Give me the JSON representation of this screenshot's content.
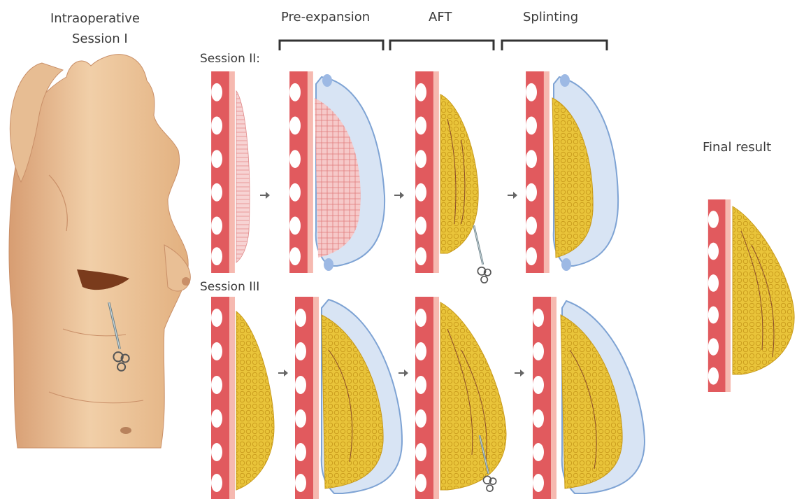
{
  "labels": {
    "intraoperative_line1": "Intraoperative",
    "intraoperative_line2": "Session I",
    "pre_expansion": "Pre-expansion",
    "aft": "AFT",
    "splinting": "Splinting",
    "session_ii": "Session II:",
    "session_iii": "Session III",
    "final_result": "Final result"
  },
  "colors": {
    "skin": "#ecc49a",
    "skin_shadow": "#c98f68",
    "chest_wall": "#e15a5e",
    "rib": "#ffffff",
    "muscle": "#f2a1a1",
    "fat": "#e9c43a",
    "fat_dark": "#c89a1b",
    "vessel": "#8a4a2a",
    "expander": "#d8e4f4",
    "expander_edge": "#7ea3d4",
    "arrow": "#666666"
  },
  "icons": [
    "cannula-icon",
    "arrow-right-icon"
  ]
}
